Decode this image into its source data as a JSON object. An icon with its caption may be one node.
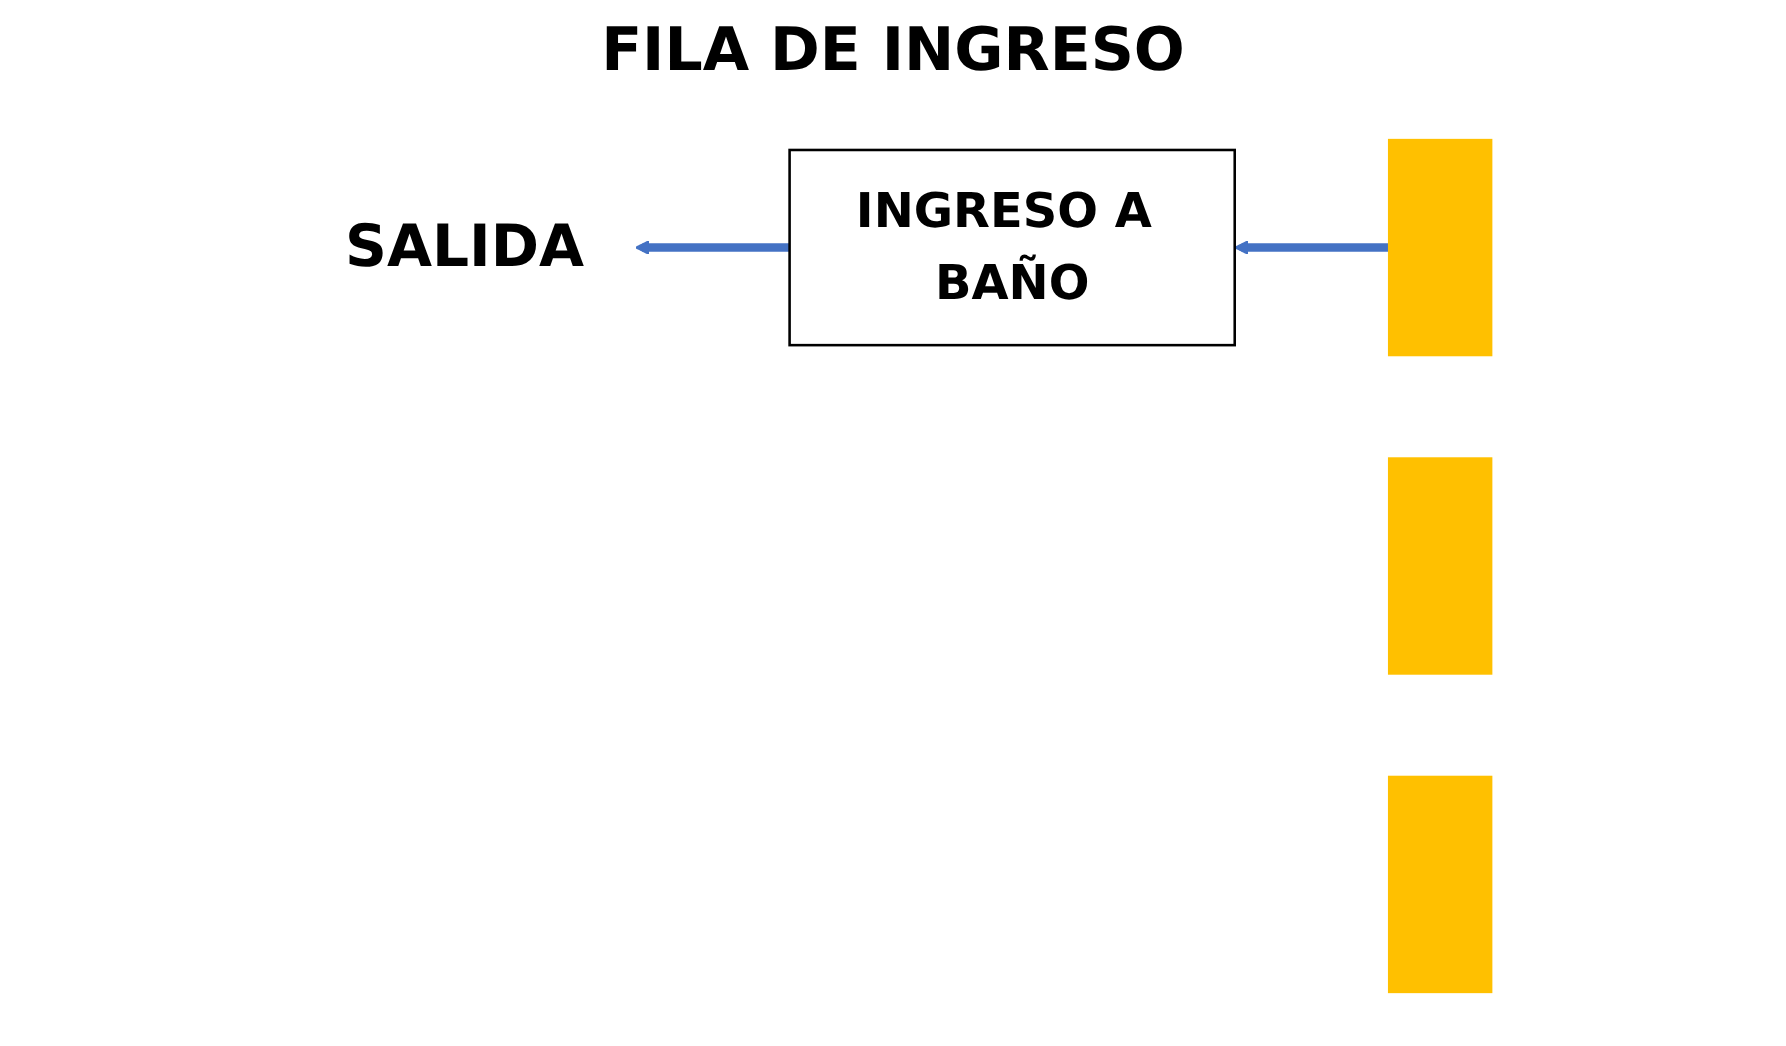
{
  "diagram": {
    "nodes": [
      {
        "text": [
          "SALIDA"
        ]
      },
      {
        "text": [],
        "shape": "bar"
      },
      {
        "text": [],
        "shape": "bar"
      },
      {
        "text": [],
        "shape": "bar"
      },
      {
        "text": [
          "INGRESO A BAÑO"
        ]
      }
    ],
    "edges": [
      {
        "from": 1,
        "to": 4,
        "arrow": "to"
      },
      {
        "from": 4,
        "to": 0,
        "arrow": "to"
      }
    ],
    "labels": [
      "FILA DE INGRESO"
    ]
  }
}
